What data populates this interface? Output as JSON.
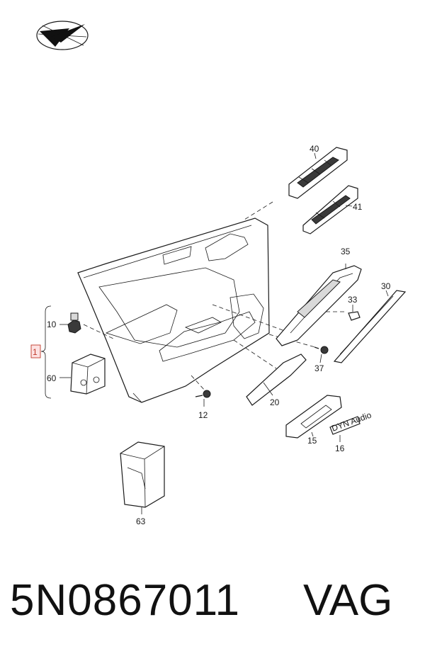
{
  "diagram": {
    "part_labels": {
      "p1": "1",
      "p10": "10",
      "p60": "60",
      "p12": "12",
      "p20": "20",
      "p15": "15",
      "p16": "16",
      "p37": "37",
      "p33": "33",
      "p30": "30",
      "p35": "35",
      "p40": "40",
      "p41": "41",
      "p63": "63"
    },
    "badge_text": "DYN Audio"
  },
  "footer": {
    "part_number": "5N0867011",
    "brand": "VAG"
  }
}
